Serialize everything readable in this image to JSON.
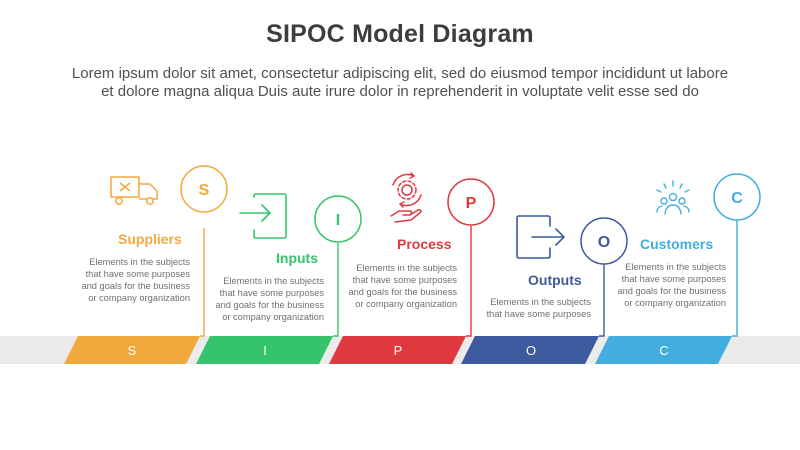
{
  "title": "SIPOC Model Diagram",
  "subtitle": [
    "Lorem ipsum dolor sit amet, consectetur adipiscing elit, sed do eiusmod tempor incididunt ut labore",
    "et dolore magna aliqua Duis aute irure dolor in reprehenderit in voluptate velit esse sed do"
  ],
  "stages": [
    {
      "letter": "S",
      "name": "Suppliers",
      "color": "#f2a93b",
      "icon": "delivery-truck-icon",
      "desc": [
        "Elements in the subjects",
        "that have some purposes",
        "and goals for the business",
        "or company organization"
      ]
    },
    {
      "letter": "I",
      "name": "Inputs",
      "color": "#35c46b",
      "icon": "login-arrow-icon",
      "desc": [
        "Elements in the subjects",
        "that have some purposes",
        "and goals for the business",
        "or company organization"
      ]
    },
    {
      "letter": "P",
      "name": "Process",
      "color": "#e0383f",
      "icon": "gear-cycle-hand-icon",
      "desc": [
        "Elements in the subjects",
        "that have some purposes",
        "and goals for the business",
        "or company organization"
      ]
    },
    {
      "letter": "O",
      "name": "Outputs",
      "color": "#3d5a9e",
      "icon": "logout-arrow-icon",
      "desc": [
        "Elements in the subjects",
        "that have some purposes"
      ]
    },
    {
      "letter": "C",
      "name": "Customers",
      "color": "#42aee0",
      "icon": "customers-group-icon",
      "desc": [
        "Elements in the subjects",
        "that have some purposes",
        "and goals for the business",
        "or company organization"
      ]
    }
  ]
}
